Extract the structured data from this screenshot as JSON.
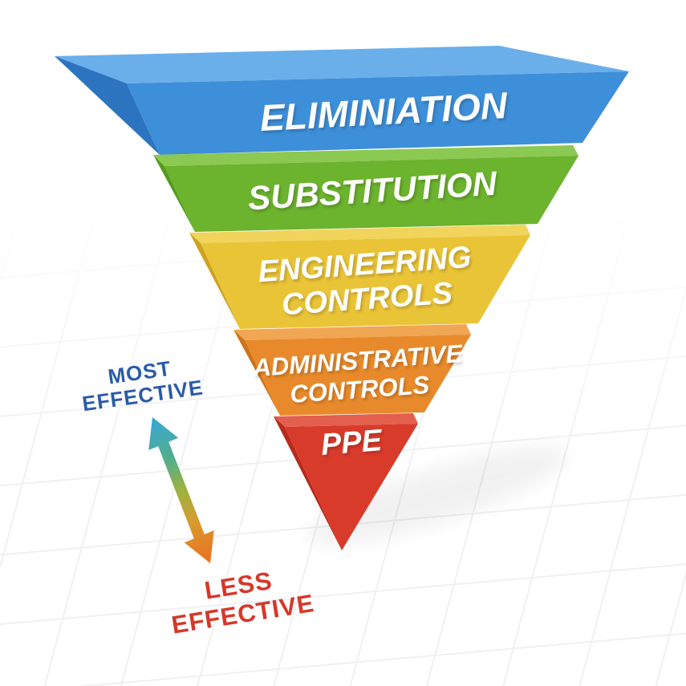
{
  "pyramid": {
    "description": "inverted pyramid, most effective control at top",
    "text_color": "#FFFFFF",
    "layers": [
      {
        "id": "elimination",
        "lines": [
          "ELIMINIATION"
        ],
        "colors": {
          "front": "#3E8FD9",
          "top": "#6AAFEA",
          "side": "#2C74C0"
        }
      },
      {
        "id": "substitution",
        "lines": [
          "SUBSTITUTION"
        ],
        "colors": {
          "front": "#6CB32E",
          "top": "#8BC952",
          "side": "#549A1E"
        }
      },
      {
        "id": "engineering-controls",
        "lines": [
          "ENGINEERING",
          "CONTROLS"
        ],
        "colors": {
          "front": "#EAC437",
          "top": "#F1D45C",
          "side": "#CEA21F"
        }
      },
      {
        "id": "administrative-controls",
        "lines": [
          "ADMINISTRATIVE",
          "CONTROLS"
        ],
        "colors": {
          "front": "#E88A2B",
          "top": "#F0A653",
          "side": "#CC7418"
        }
      },
      {
        "id": "ppe",
        "lines": [
          "PPE"
        ],
        "colors": {
          "front": "#D93B2B",
          "top": "#E4604E",
          "side": "#B72A1C"
        }
      }
    ]
  },
  "annotations": {
    "most_effective": {
      "lines": [
        "MOST",
        "EFFECTIVE"
      ],
      "color": "#2A5BA8"
    },
    "less_effective": {
      "lines": [
        "LESS",
        "EFFECTIVE"
      ],
      "color": "#D5382B"
    }
  },
  "arrow": {
    "direction": "double-headed, most-effective top to less-effective bottom",
    "gradient": [
      "#35A7D8",
      "#55AE86",
      "#9DB23F",
      "#D89A2D",
      "#EC6E22"
    ]
  },
  "background": {
    "grid_color": "#E3E5EA",
    "fill": "#FFFFFF"
  }
}
